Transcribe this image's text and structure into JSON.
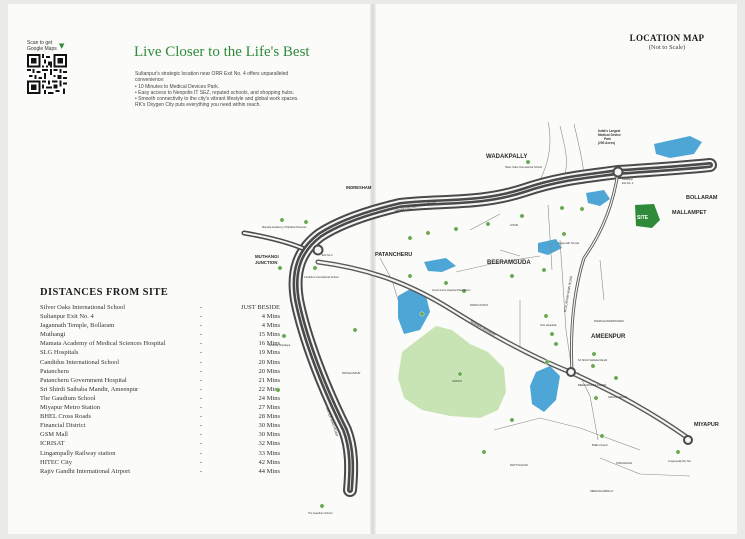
{
  "qr_caption": [
    "Scan to get",
    "Google Maps"
  ],
  "headline": "Live Closer to the Life's Best",
  "intro_lines": [
    "Sultanpur's strategic location near ORR Exit No. 4 offers unparalleled",
    "convenience:",
    "• 10 Minutes to Medical Devices Park.",
    "• Easy access to Neopolis IT SEZ, reputed schools, and shopping hubs.",
    "• Smooth connectivity to the city's vibrant lifestyle and global work spaces.",
    "RK's Oxygen City puts everything you need within reach."
  ],
  "distances_title": "DISTANCES FROM SITE",
  "distances": [
    {
      "place": "Silver Oaks International School",
      "time": "JUST BESIDE"
    },
    {
      "place": "Sultanpur Exit No. 4",
      "time": "4 Mins"
    },
    {
      "place": "Jagannath Temple, Bollaram",
      "time": "4 Mins"
    },
    {
      "place": "Muthangi",
      "time": "15 Mins"
    },
    {
      "place": "Mamata Academy of Medical Sciences Hospital",
      "time": "16 Mins"
    },
    {
      "place": "SLG Hospitals",
      "time": "19 Mins"
    },
    {
      "place": "Candidus International School",
      "time": "20 Mins"
    },
    {
      "place": "Patancheru",
      "time": "20 Mins"
    },
    {
      "place": "Patancheru Government Hospital",
      "time": "21 Mins"
    },
    {
      "place": "Sri Shirdi Saibaba Mandir, Ameenpur",
      "time": "22 Mins"
    },
    {
      "place": "The Gaudium School",
      "time": "24 Mins"
    },
    {
      "place": "Miyapur Metro Station",
      "time": "27 Mins"
    },
    {
      "place": "BHEL Cross Roads",
      "time": "28 Mins"
    },
    {
      "place": "Financial District",
      "time": "30 Mins"
    },
    {
      "place": "GSM Mall",
      "time": "30 Mins"
    },
    {
      "place": "ICRISAT",
      "time": "32 Mins"
    },
    {
      "place": "Lingampally Railway station",
      "time": "33 Mins"
    },
    {
      "place": "HITEC City",
      "time": "42 Mins"
    },
    {
      "place": "Rajiv Gandhi International Airport",
      "time": "44 Mins"
    }
  ],
  "dash": "-",
  "map_title": "LOCATION MAP",
  "map_subtitle": "(Not to Scale)",
  "map": {
    "areas": {
      "wadakpally": "WADAKPALLY",
      "bollaram": "BOLLARAM",
      "mallampet": "MALLAMPET",
      "indresham": "INDRESHAM",
      "muthangi_1": "MUTHANGI",
      "muthangi_2": "JUNCTION",
      "patancheru": "PATANCHERU",
      "beeramguda": "BEERAMGUDA",
      "ameenpur": "AMEENPUR",
      "miyapur": "MIYAPUR",
      "site": "SITE"
    },
    "places": {
      "medical_park_1": "India's Largest",
      "medical_park_2": "Medical Device",
      "medical_park_3": "Park",
      "medical_park_4": "(250 Acres)",
      "sultanpur_exit_1": "Sultanpur",
      "sultanpur_exit_2": "Exit No. 4",
      "silver_oaks": "Silver Oaks International School",
      "exit3": "Exit No.3",
      "pandu_kunta": "PANDU KUNTA",
      "ramachandrapuram": "RAMACHANDRAPURAM",
      "beeramguda_kaman": "BEERAMGUDA KAMAN",
      "azhok_nagar": "AZHOK NAGAR",
      "patighanpur": "PATIGHANPUR",
      "icrisat": "ICRISAT",
      "rapti_nagar": "RAPTI NAGAR",
      "tarangar": "TARANAGAR",
      "serilingampally": "SERILINGAMPALLY",
      "lingampally": "Lingampally Rly Stn",
      "bhel": "BHEL Flyover",
      "gaudium": "The Gaudium School",
      "mamata": "Mamata Academy of Medical Sciences",
      "candidus": "Candidus International School",
      "govt_hospital": "Government Hospital Patancheru",
      "saibaba": "Sri Shirdi Saibaba Mandir",
      "kendriya": "Kendriya Vidyalaya",
      "slg": "SLG Hospitals",
      "gitam": "GITAM",
      "jagannath": "Jagannath Temple"
    },
    "roads": {
      "orr": "NEHRU OUTER RING ROAD",
      "highway": "MUMBAI HIGHWAY",
      "orr_south": "OUTER RING ROAD",
      "bollaram_road": "BOLLARAM MAIN ROAD"
    }
  },
  "colors": {
    "accent": "#2f8a3a",
    "ring_road": "#4a4a4a",
    "water": "#4ea6d6",
    "greenery": "#c9e4b4",
    "poi_dot": "#6aa84f"
  }
}
